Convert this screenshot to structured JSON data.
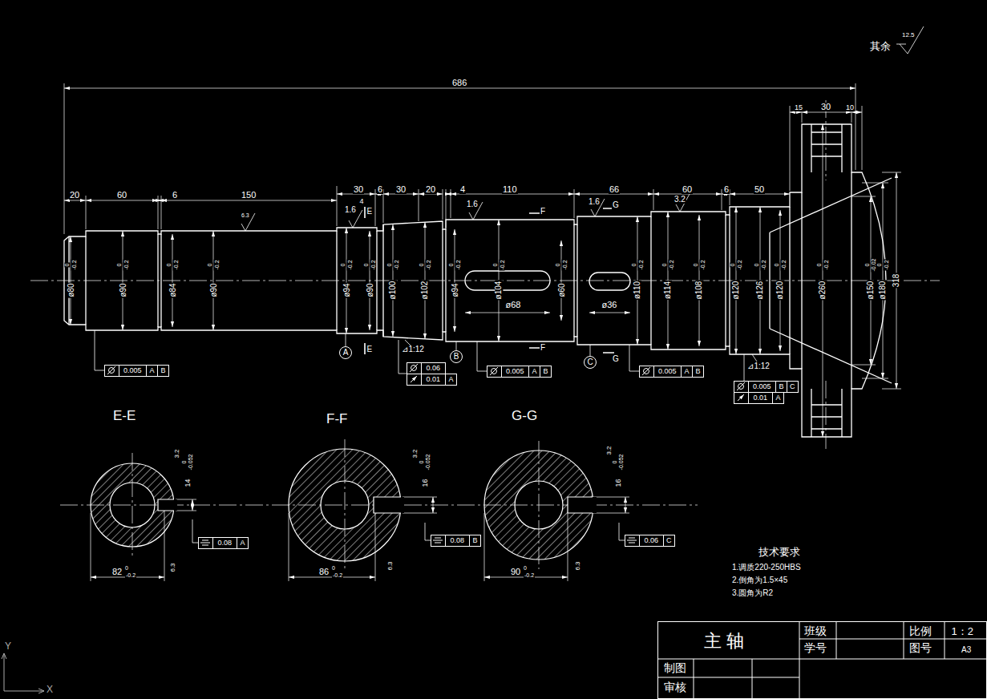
{
  "diagram": {
    "nodes": [
      {
        "text": [
          "A"
        ]
      },
      {
        "text": [
          "B"
        ]
      },
      {
        "text": [
          "C"
        ]
      }
    ],
    "labels": [
      "其余",
      "12.5",
      "686",
      "15",
      "30",
      "10",
      "20",
      "60",
      "6",
      "150",
      "30",
      "4",
      "6",
      "30",
      "20",
      "4",
      "110",
      "66",
      "60",
      "6",
      "50",
      "6.3",
      "1.6",
      "E",
      "1.6",
      "F",
      "1.6",
      "G",
      "3.2",
      "ø80",
      "0",
      "-0.2",
      "ø90",
      "0",
      "-0.2",
      "ø84",
      "0",
      "-0.2",
      "ø90",
      "0",
      "-0.2",
      "ø94",
      "0",
      "-0.2",
      "ø90",
      "0",
      "-0.2",
      "ø100",
      "0",
      "-0.2",
      "ø102",
      "0",
      "-0.2",
      "ø94",
      "0",
      "-0.2",
      "ø104",
      "0",
      "-0.2",
      "ø60",
      "0",
      "-0.2",
      "ø110",
      "0",
      "-0.2",
      "ø114",
      "0",
      "-0.2",
      "ø108",
      "0",
      "-0.2",
      "ø120",
      "0",
      "-0.2",
      "ø126",
      "0",
      "-0.2",
      "ø120",
      "0",
      "-0.2",
      "ø260",
      "0",
      "-0.2",
      "ø150",
      "0",
      "-0.02",
      "ø180",
      "0",
      "-0.2",
      "318",
      "ø68",
      "ø36",
      "E",
      "⊿1:12",
      "F",
      "G",
      "⊿1:12",
      "0.005",
      "A",
      "B",
      "0.06",
      "0.01",
      "A",
      "0.005",
      "A",
      "B",
      "0.005",
      "A",
      "B",
      "0.005",
      "B",
      "C",
      "0.01",
      "A",
      "0.08",
      "A",
      "0.08",
      "B",
      "0.06",
      "C",
      "E-E",
      "F-F",
      "G-G",
      "3.2",
      "14",
      "0",
      "-0.052",
      "82",
      "0",
      "-0.2",
      "6.3",
      "3.2",
      "16",
      "0",
      "-0.052",
      "86",
      "0",
      "-0.2",
      "6.3",
      "3.2",
      "16",
      "0",
      "-0.052",
      "90",
      "0",
      "-0.2",
      "6.3",
      "技术要求",
      "1.调质220-250HBS",
      "2.倒角为1.5×45",
      "3.圆角为R2",
      "主 轴",
      "班级",
      "学号",
      "比例",
      "1：2",
      "图号",
      "A3",
      "制图",
      "审核",
      "Y",
      "X"
    ]
  }
}
